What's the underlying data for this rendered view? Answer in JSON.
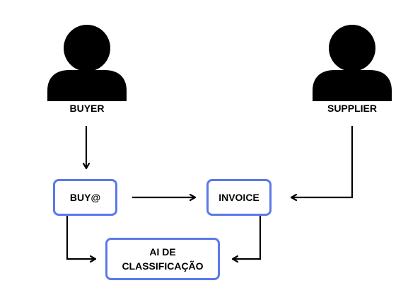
{
  "colors": {
    "box_border": "#5b79ea",
    "icon_fill": "#000000",
    "arrow": "#000000",
    "background": "#ffffff"
  },
  "actors": {
    "buyer": {
      "label": "BUYER",
      "icon": "person-icon"
    },
    "supplier": {
      "label": "SUPPLIER",
      "icon": "person-icon"
    }
  },
  "boxes": {
    "buy": {
      "label": "BUY@"
    },
    "invoice": {
      "label": "INVOICE"
    },
    "ai": {
      "line1": "AI DE",
      "line2": "CLASSIFICAÇÃO"
    }
  },
  "edges": [
    {
      "from": "BUYER",
      "to": "BUY@"
    },
    {
      "from": "BUY@",
      "to": "INVOICE"
    },
    {
      "from": "SUPPLIER",
      "to": "INVOICE"
    },
    {
      "from": "BUY@",
      "to": "AI DE CLASSIFICAÇÃO"
    },
    {
      "from": "INVOICE",
      "to": "AI DE CLASSIFICAÇÃO"
    }
  ]
}
